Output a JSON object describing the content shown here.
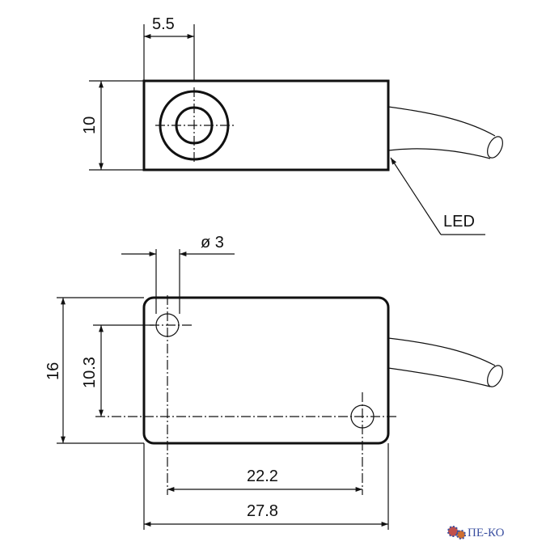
{
  "dimensions": {
    "top_offset": "5.5",
    "top_height": "10",
    "hole_diameter": "ø 3",
    "body_height": "16",
    "hole_vertical_spacing": "10.3",
    "hole_horizontal_spacing": "22.2",
    "body_length": "27.8"
  },
  "labels": {
    "led": "LED"
  },
  "logo": {
    "text": "ПЕ-КО"
  }
}
